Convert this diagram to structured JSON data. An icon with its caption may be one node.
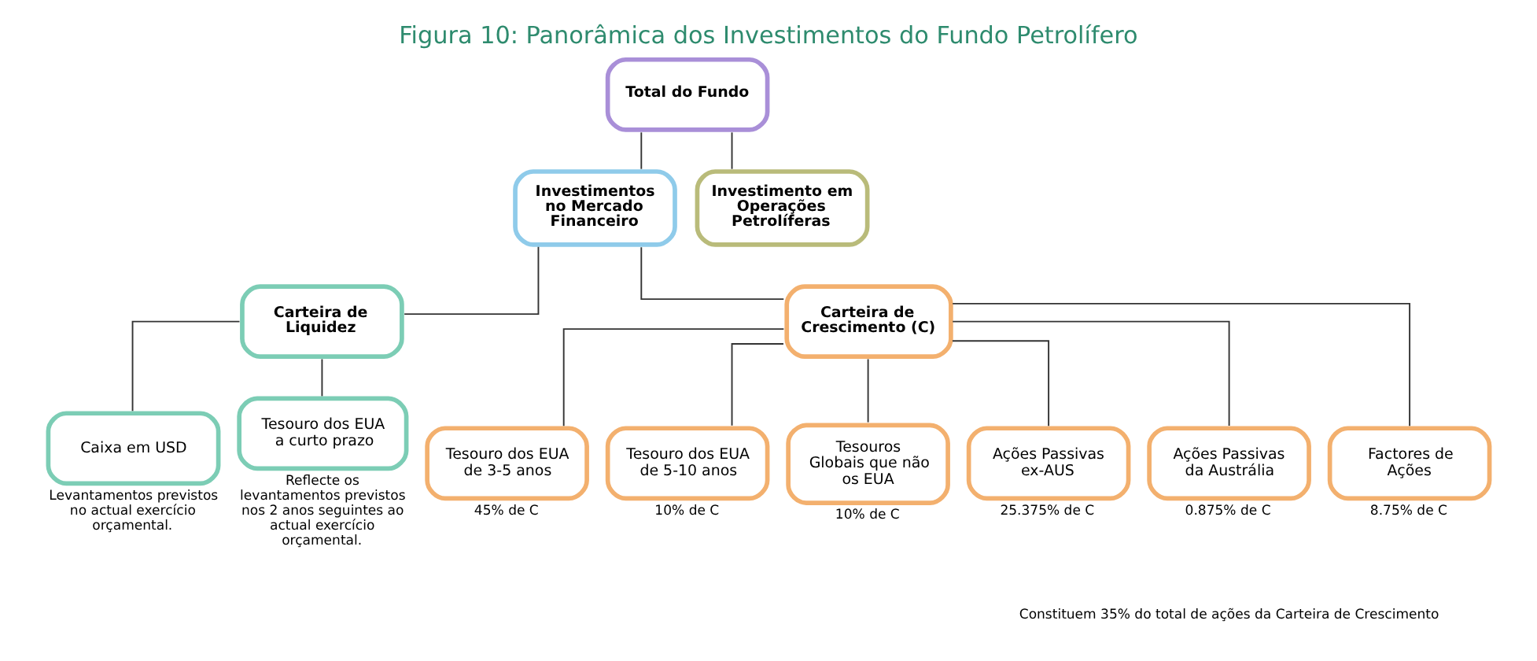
{
  "diagram": {
    "title": "Figura 10: Panorâmica dos Investimentos do Fundo Petrolífero",
    "nodes": [
      {
        "text": [
          "Total do Fundo"
        ]
      },
      {
        "text": [
          "Investimentos no Mercado Financeiro"
        ]
      },
      {
        "text": [
          "Investimento em Operações Petrolíferas"
        ]
      },
      {
        "text": [
          "Carteira de Liquidez"
        ]
      },
      {
        "text": [
          "Carteira de Crescimento (C)"
        ]
      },
      {
        "text": [
          "Caixa em USD"
        ],
        "beside": [
          "Levantamentos previstos no actual exercício orçamental."
        ]
      },
      {
        "text": [
          "Tesouro dos EUA a curto prazo"
        ],
        "beside": [
          "Reflecte os levantamentos previstos nos 2 anos seguintes ao actual exercício orçamental."
        ]
      },
      {
        "text": [
          "Tesouro dos EUA de 3-5 anos"
        ],
        "beside": [
          "45% de C"
        ]
      },
      {
        "text": [
          "Tesouro dos EUA de 5-10 anos"
        ],
        "beside": [
          "10% de C"
        ]
      },
      {
        "text": [
          "Tesouros Globais que não os EUA"
        ],
        "beside": [
          "10% de C"
        ]
      },
      {
        "text": [
          "Ações Passivas ex-AUS"
        ],
        "beside": [
          "25.375% de C"
        ]
      },
      {
        "text": [
          "Ações Passivas da Austrália"
        ],
        "beside": [
          "0.875% de C"
        ]
      },
      {
        "text": [
          "Factores de Ações"
        ],
        "beside": [
          "8.75% de C"
        ]
      }
    ],
    "edges": [
      {
        "from": 0,
        "to": 1,
        "arrow": "none"
      },
      {
        "from": 0,
        "to": 2,
        "arrow": "none"
      },
      {
        "from": 1,
        "to": 3,
        "arrow": "none"
      },
      {
        "from": 1,
        "to": 4,
        "arrow": "none"
      },
      {
        "from": 3,
        "to": 5,
        "arrow": "none"
      },
      {
        "from": 3,
        "to": 6,
        "arrow": "none"
      },
      {
        "from": 4,
        "to": 7,
        "arrow": "none"
      },
      {
        "from": 4,
        "to": 8,
        "arrow": "none"
      },
      {
        "from": 4,
        "to": 9,
        "arrow": "none"
      },
      {
        "from": 4,
        "to": 10,
        "arrow": "none"
      },
      {
        "from": 4,
        "to": 11,
        "arrow": "none"
      },
      {
        "from": 4,
        "to": 12,
        "arrow": "none"
      }
    ],
    "labels": [
      "Constituem 35% do total de ações da Carteira de Crescimento"
    ]
  }
}
